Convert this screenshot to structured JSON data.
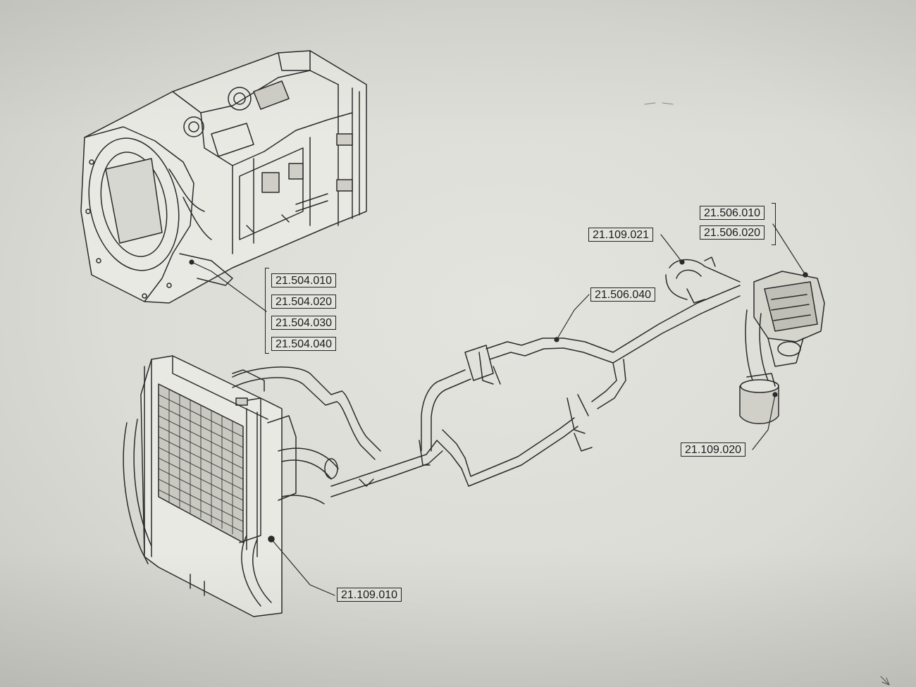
{
  "callouts": {
    "c_21_504_010": "21.504.010",
    "c_21_504_020": "21.504.020",
    "c_21_504_030": "21.504.030",
    "c_21_504_040": "21.504.040",
    "c_21_506_010": "21.506.010",
    "c_21_506_020": "21.506.020",
    "c_21_109_021": "21.109.021",
    "c_21_506_040": "21.506.040",
    "c_21_109_020": "21.109.020",
    "c_21_109_010": "21.109.010"
  },
  "colors": {
    "line": "#2a2a2a",
    "background": "#dedfd9"
  }
}
